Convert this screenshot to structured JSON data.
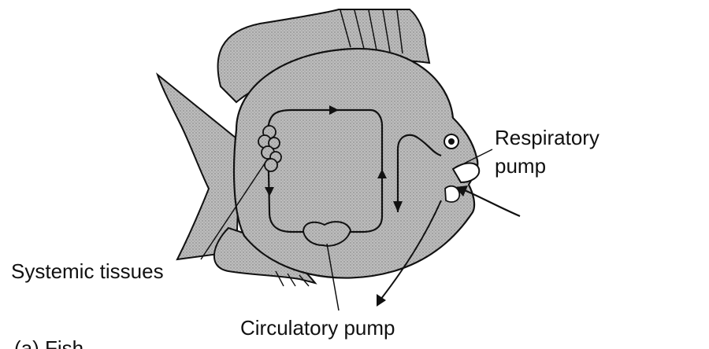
{
  "labels": {
    "respiratory_line1": "Respiratory",
    "respiratory_line2": "pump",
    "systemic": "Systemic tissues",
    "circulatory": "Circulatory pump",
    "caption": "(a)   Fish"
  },
  "colors": {
    "body_fill": "#b7b7b7",
    "outline": "#111111"
  }
}
